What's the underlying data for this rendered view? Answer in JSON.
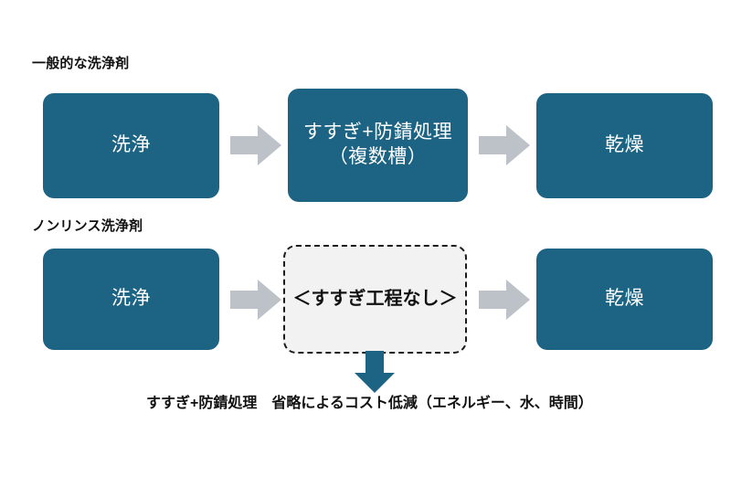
{
  "diagram": {
    "rows": [
      {
        "label": "一般的な洗浄剤",
        "steps": [
          {
            "name": "wash",
            "text": "洗浄",
            "style": "filled"
          },
          {
            "name": "rinse-and-rustproof",
            "text": "すすぎ+防錆処理\n（複数槽）",
            "line1": "すすぎ+防錆処理",
            "line2": "（複数槽）",
            "style": "filled"
          },
          {
            "name": "dry",
            "text": "乾燥",
            "style": "filled"
          }
        ]
      },
      {
        "label": "ノンリンス洗浄剤",
        "steps": [
          {
            "name": "wash",
            "text": "洗浄",
            "style": "filled"
          },
          {
            "name": "no-rinse-step",
            "text": "＜すすぎ工程なし＞",
            "style": "dashed"
          },
          {
            "name": "dry",
            "text": "乾燥",
            "style": "filled"
          }
        ]
      }
    ],
    "savings_caption": "すすぎ+防錆処理　省略によるコスト低減（エネルギー、水、時間）",
    "colors": {
      "box_fill": "#1d6383",
      "box_text": "#ffffff",
      "dashed_box_fill": "#f2f2f2",
      "dashed_box_border": "#1b1b1b",
      "right_arrow": "#bcc2c8",
      "down_arrow": "#1d6383",
      "background": "#ffffff",
      "label_text": "#111111"
    },
    "icons": {
      "right_arrow": "arrow-right-icon",
      "down_arrow": "arrow-down-icon"
    }
  }
}
